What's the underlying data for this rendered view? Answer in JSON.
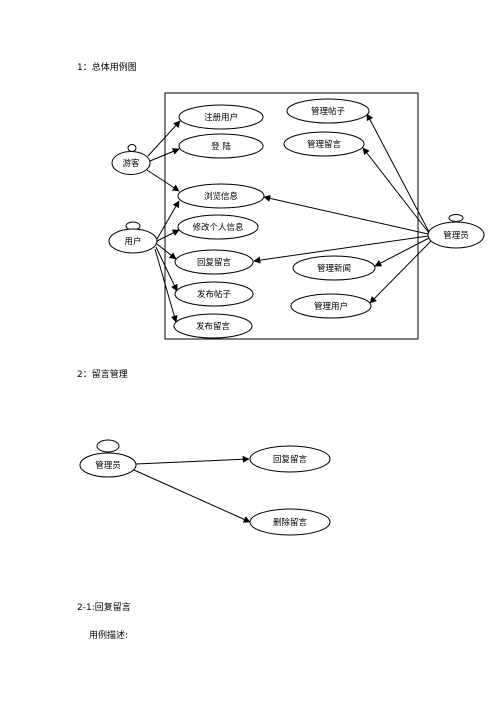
{
  "headings": {
    "overall": "1：总体用例图",
    "msg_mgmt": "2：留言管理",
    "reply": "2-1:回复留言",
    "desc": "用例描述:"
  },
  "diagram1": {
    "actors": {
      "guest": "游客",
      "user": "用户",
      "admin": "管理员"
    },
    "usecases": {
      "register": "注册用户",
      "login": "登  陆",
      "browse": "浏览信息",
      "modify": "修改个人信息",
      "reply": "回复留言",
      "post": "发布帖子",
      "leave_msg": "发布留言",
      "manage_posts": "管理帖子",
      "manage_msgs": "管理留言",
      "manage_news": "管理新闻",
      "manage_users": "管理用户"
    }
  },
  "diagram2": {
    "actor": "管理员",
    "usecases": {
      "reply": "回复留言",
      "delete": "删除留言"
    }
  },
  "page_mark": "· · ·"
}
